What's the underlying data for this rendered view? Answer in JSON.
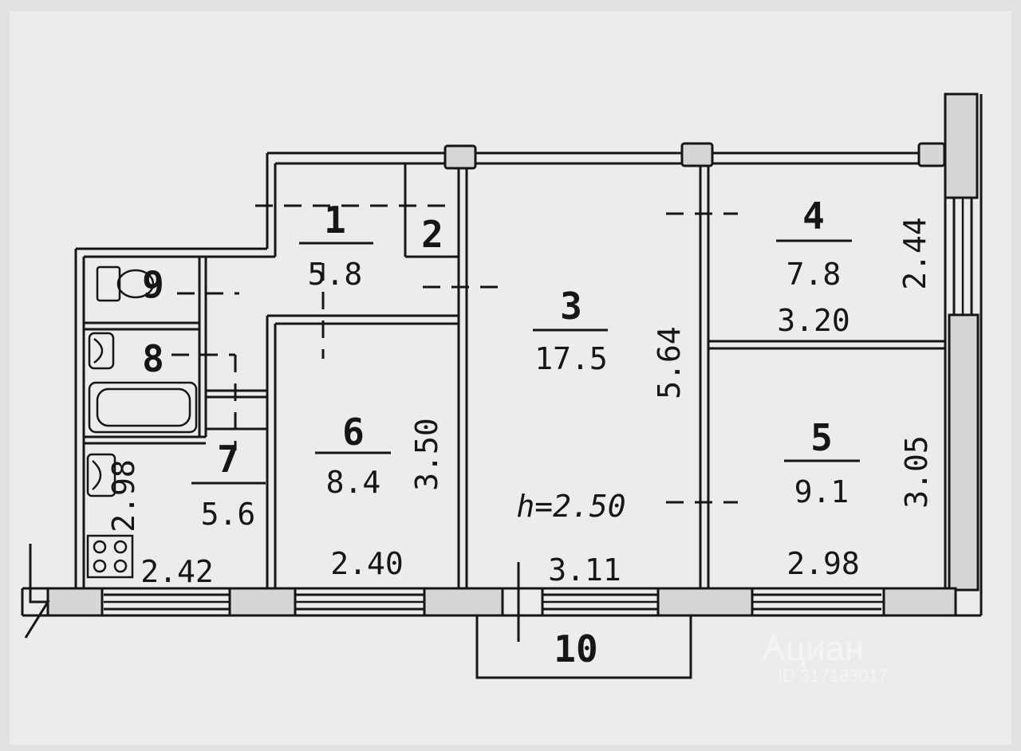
{
  "rooms": [
    {
      "number": "1",
      "area": "5.8"
    },
    {
      "number": "2",
      "area": ""
    },
    {
      "number": "3",
      "area": "17.5"
    },
    {
      "number": "4",
      "area": "7.8"
    },
    {
      "number": "5",
      "area": "9.1"
    },
    {
      "number": "6",
      "area": "8.4"
    },
    {
      "number": "7",
      "area": "5.6"
    },
    {
      "number": "8",
      "area": ""
    },
    {
      "number": "9",
      "area": ""
    },
    {
      "number": "10",
      "area": ""
    }
  ],
  "dimensions": {
    "d_2_44": "2.44",
    "d_3_20": "3.20",
    "d_5_64": "5.64",
    "d_3_50": "3.50",
    "d_3_05": "3.05",
    "d_2_98": "2.98",
    "d_3_11": "3.11",
    "d_2_40": "2.40",
    "d_2_42": "2.42",
    "d_2_98_vertical": "2.98"
  },
  "ceiling_height": "h=2.50",
  "watermark": {
    "brand": "циан",
    "listing_id": "ID 317183017"
  },
  "colors": {
    "background": "#e2e2e2",
    "line": "#161616",
    "wall_fill": "#d6d6d6"
  }
}
